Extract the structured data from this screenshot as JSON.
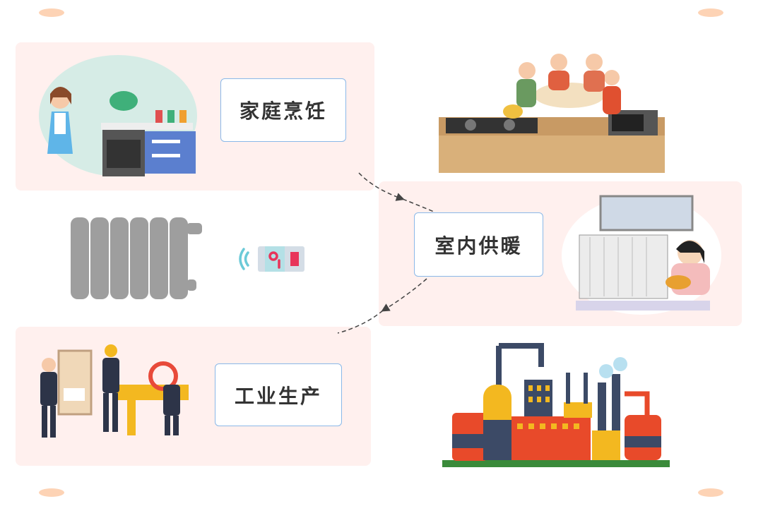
{
  "labels": {
    "cooking": "家庭烹饪",
    "heating": "室内供暖",
    "industry": "工业生产"
  },
  "colors": {
    "panel_bg": "#fff0ee",
    "accent_dot": "#fdd3b5",
    "label_border": "#8ab8e8",
    "text": "#333333"
  }
}
